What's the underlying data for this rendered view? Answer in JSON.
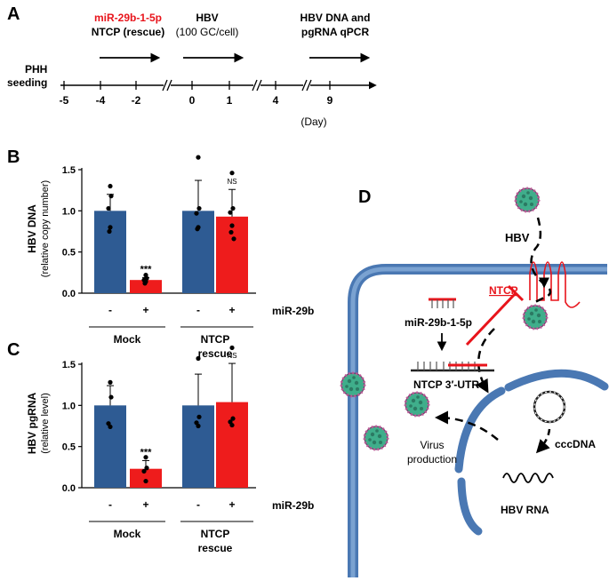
{
  "panel_a": {
    "letter": "A",
    "steps": [
      {
        "line1": "miR-29b-1-5p",
        "line2": "NTCP (rescue)",
        "line1_color": "#e8141b"
      },
      {
        "line1": "HBV",
        "line2": "(100 GC/cell)"
      },
      {
        "line1": "HBV DNA and",
        "line2": "pgRNA qPCR"
      }
    ],
    "start_label_1": "PHH",
    "start_label_2": "seeding",
    "ticks": [
      "-5",
      "-4",
      "-2",
      "0",
      "1",
      "4",
      "9"
    ],
    "unit": "(Day)"
  },
  "panel_b": {
    "letter": "B"
  },
  "panel_c": {
    "letter": "C"
  },
  "colors": {
    "mock_bar": "#2e5b93",
    "mir_bar": "#ee1c1c",
    "red": "#e8141b",
    "membrane": "#4a78b3"
  },
  "chart_data": [
    {
      "type": "bar",
      "ylabel": "HBV DNA",
      "ylabel2": "(relative copy number)",
      "ylim": [
        0,
        1.5
      ],
      "yticks": [
        "0.0",
        "0.5",
        "1.0",
        "1.5"
      ],
      "categories": [
        "-",
        "+",
        "-",
        "+"
      ],
      "groups": [
        "Mock",
        "NTCP rescue"
      ],
      "factor_label": "miR-29b",
      "values": [
        1.0,
        0.16,
        1.0,
        0.93
      ],
      "errors": [
        0.2,
        0.03,
        0.37,
        0.33
      ],
      "points": [
        [
          1.3,
          1.18,
          1.03,
          0.8,
          0.75
        ],
        [
          0.22,
          0.18,
          0.16,
          0.14,
          0.12
        ],
        [
          1.65,
          1.03,
          0.97,
          0.8,
          0.78
        ],
        [
          1.46,
          1.03,
          0.98,
          0.82,
          0.74,
          0.66
        ]
      ],
      "significance": [
        "",
        "***",
        "",
        "NS"
      ]
    },
    {
      "type": "bar",
      "ylabel": "HBV pgRNA",
      "ylabel2": "(relative level)",
      "ylim": [
        0,
        1.5
      ],
      "yticks": [
        "0.0",
        "0.5",
        "1.0",
        "1.5"
      ],
      "categories": [
        "-",
        "+",
        "-",
        "+"
      ],
      "groups": [
        "Mock",
        "NTCP rescue"
      ],
      "factor_label": "miR-29b",
      "values": [
        1.0,
        0.23,
        1.0,
        1.04
      ],
      "errors": [
        0.24,
        0.1,
        0.38,
        0.47
      ],
      "points": [
        [
          1.28,
          1.1,
          0.78,
          0.74
        ],
        [
          0.37,
          0.24,
          0.2,
          0.08
        ],
        [
          1.57,
          0.86,
          0.79,
          0.75
        ],
        [
          1.7,
          0.84,
          0.8,
          0.76
        ]
      ],
      "significance": [
        "",
        "***",
        "",
        "NS"
      ]
    }
  ],
  "panel_d": {
    "letter": "D",
    "labels": {
      "hbv": "HBV",
      "ntcp": "NTCP",
      "mirna": "miR-29b-1-5p",
      "utr": "NTCP 3′-UTR",
      "cccdna": "cccDNA",
      "rna": "HBV RNA",
      "virus1": "Virus",
      "virus2": "production"
    }
  }
}
